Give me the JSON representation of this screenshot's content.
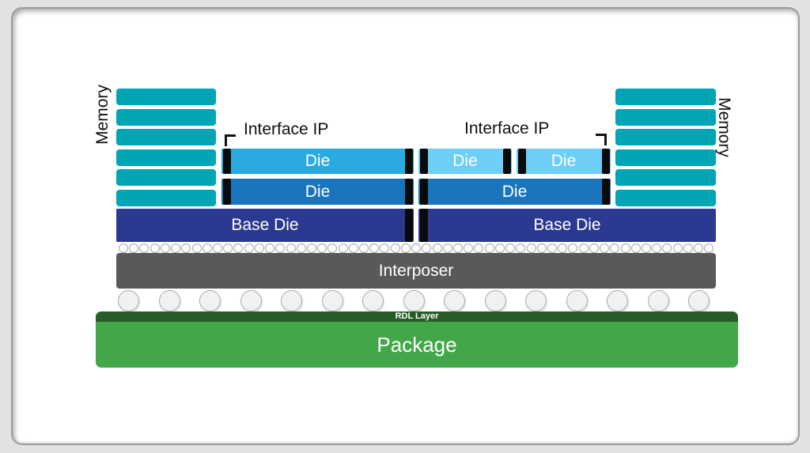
{
  "diagram": {
    "memory_left_label": "Memory",
    "memory_right_label": "Memory",
    "memory_left_bars": 6,
    "memory_right_bars": 6,
    "interface_ip_left": "Interface IP",
    "interface_ip_right": "Interface IP",
    "left_tower": {
      "top_die": "Die",
      "mid_die": "Die",
      "base_die": "Base Die"
    },
    "right_tower": {
      "top_die_1": "Die",
      "top_die_2": "Die",
      "mid_die": "Die",
      "base_die": "Base Die"
    },
    "interposer_label": "Interposer",
    "rdl_label": "RDL Layer",
    "package_label": "Package",
    "microbump_count": 57,
    "bump_count": 15,
    "colors": {
      "memory": "#00a5b5",
      "die_top_left": "#29abe2",
      "die_top_right": "#6dcff6",
      "die_mid": "#1b75bc",
      "base_die": "#2b3990",
      "interface_ip_block": "#0a0a0a",
      "interposer": "#58595b",
      "rdl": "#275b28",
      "package": "#41a748"
    }
  }
}
